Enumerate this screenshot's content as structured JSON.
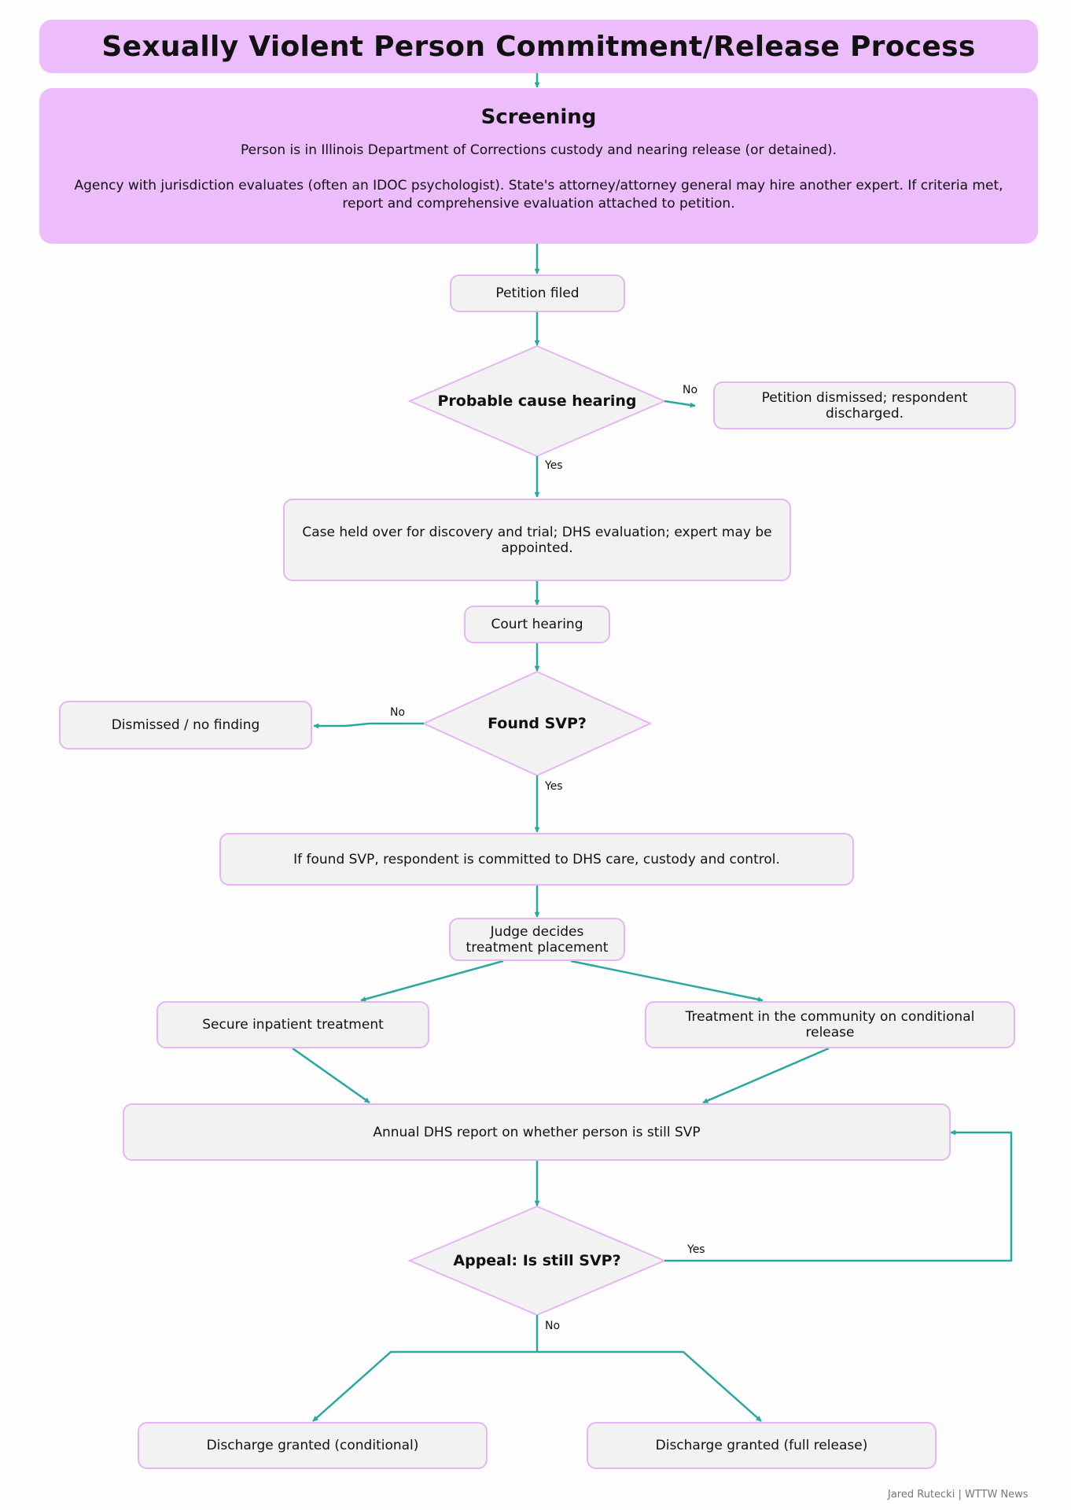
{
  "title": "Sexually Violent Person Commitment/Release Process",
  "screening": {
    "heading": "Screening",
    "line1": "Person is in Illinois Department of Corrections custody and nearing release (or detained).",
    "line2": "Agency with jurisdiction evaluates (often an IDOC psychologist). State's attorney/attorney general may hire another expert. If criteria met, report and comprehensive evaluation attached to petition."
  },
  "nodes": {
    "petition_filed": "Petition filed",
    "probable_cause": "Probable cause hearing",
    "petition_dismissed": "Petition dismissed; respondent discharged.",
    "case_held": "Case held over for discovery and trial; DHS evaluation; expert may be appointed.",
    "court_hearing": "Court hearing",
    "found_svp": "Found SVP?",
    "dismissed_no_finding": "Dismissed / no finding",
    "committed": "If found SVP, respondent is committed to DHS care, custody and control.",
    "judge_decides": "Judge decides treatment placement",
    "secure_inpatient": "Secure inpatient treatment",
    "community_treatment": "Treatment in the community on conditional release",
    "annual_report": "Annual DHS report on whether person is still SVP",
    "appeal": "Appeal: Is still SVP?",
    "discharge_conditional": "Discharge granted (conditional)",
    "discharge_full": "Discharge granted (full release)"
  },
  "edge_labels": {
    "probable_no": "No",
    "probable_yes": "Yes",
    "found_no": "No",
    "found_yes": "Yes",
    "appeal_yes": "Yes",
    "appeal_no": "No"
  },
  "credit": "Jared Rutecki | WTTW News",
  "colors": {
    "banner": "#edbdfb",
    "node_fill": "#f2f2f2",
    "node_border": "#e6b6f3",
    "arrow": "#2aa8a0"
  }
}
